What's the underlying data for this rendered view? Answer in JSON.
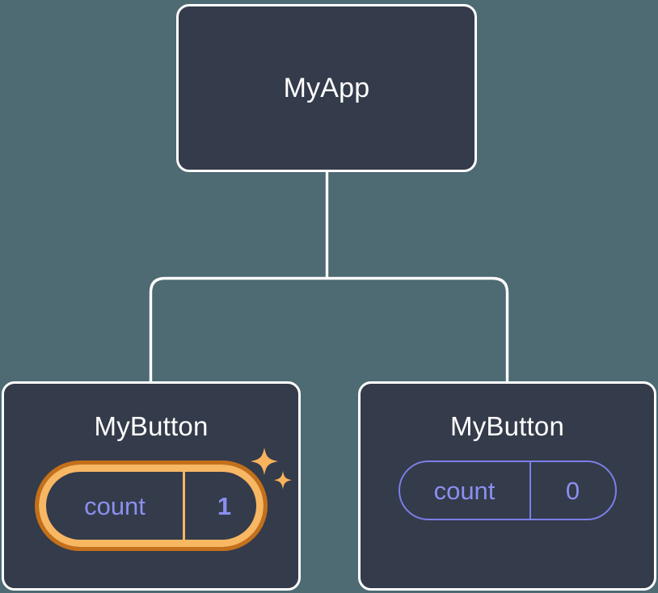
{
  "diagram": {
    "type": "component-tree",
    "background_color": "#4e6a73",
    "node_fill_color": "#343b4a",
    "node_border_color": "#ffffff",
    "connector_color": "#ffffff",
    "state_text_color": "#8b8ff0",
    "highlight_outer_color": "#c4701a",
    "highlight_inner_color": "#f7b763",
    "sparkle_color": "#f9b35c"
  },
  "root": {
    "title": "MyApp"
  },
  "children": [
    {
      "title": "MyButton",
      "state": {
        "label": "count",
        "value": "1"
      },
      "highlighted": true,
      "sparkles": true
    },
    {
      "title": "MyButton",
      "state": {
        "label": "count",
        "value": "0"
      },
      "highlighted": false,
      "sparkles": false
    }
  ]
}
